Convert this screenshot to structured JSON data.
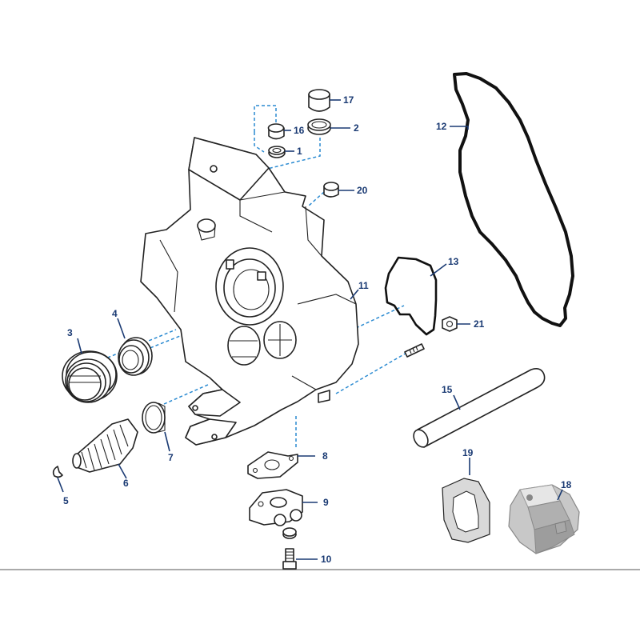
{
  "colors": {
    "callout": "#1a3a73",
    "leader_dash": "#2a8ad1",
    "line_art": "#222222",
    "anode": "#c8c8c8"
  },
  "callouts": {
    "c1": "1",
    "c2": "2",
    "c3": "3",
    "c4": "4",
    "c5": "5",
    "c6": "6",
    "c7": "7",
    "c8": "8",
    "c9": "9",
    "c10": "10",
    "c11": "11",
    "c12": "12",
    "c13": "13",
    "c15": "15",
    "c16": "16",
    "c17": "17",
    "c18": "18",
    "c19": "19",
    "c20": "20",
    "c21": "21"
  }
}
